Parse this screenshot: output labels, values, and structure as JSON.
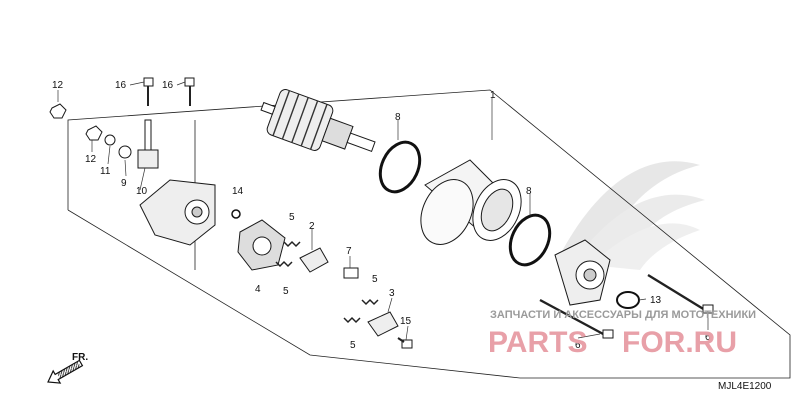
{
  "diagram": {
    "code": "MJL4E1200",
    "direction_label": "FR.",
    "callouts": {
      "c1": "1",
      "c2": "2",
      "c3": "3",
      "c4": "4",
      "c5a": "5",
      "c5b": "5",
      "c5c": "5",
      "c5d": "5",
      "c6a": "6",
      "c6b": "6",
      "c7": "7",
      "c8a": "8",
      "c8b": "8",
      "c9": "9",
      "c10": "10",
      "c11": "11",
      "c12a": "12",
      "c12b": "12",
      "c13": "13",
      "c14": "14",
      "c15": "15",
      "c16a": "16",
      "c16b": "16"
    }
  },
  "watermark": {
    "tagline": "ЗАПЧАСТИ И АКСЕССУАРЫ ДЛЯ МОТОТЕХНИКИ",
    "brand_a": "PARTS",
    "brand_b": "FOR.RU",
    "brand_color": "#e8a0a8"
  }
}
